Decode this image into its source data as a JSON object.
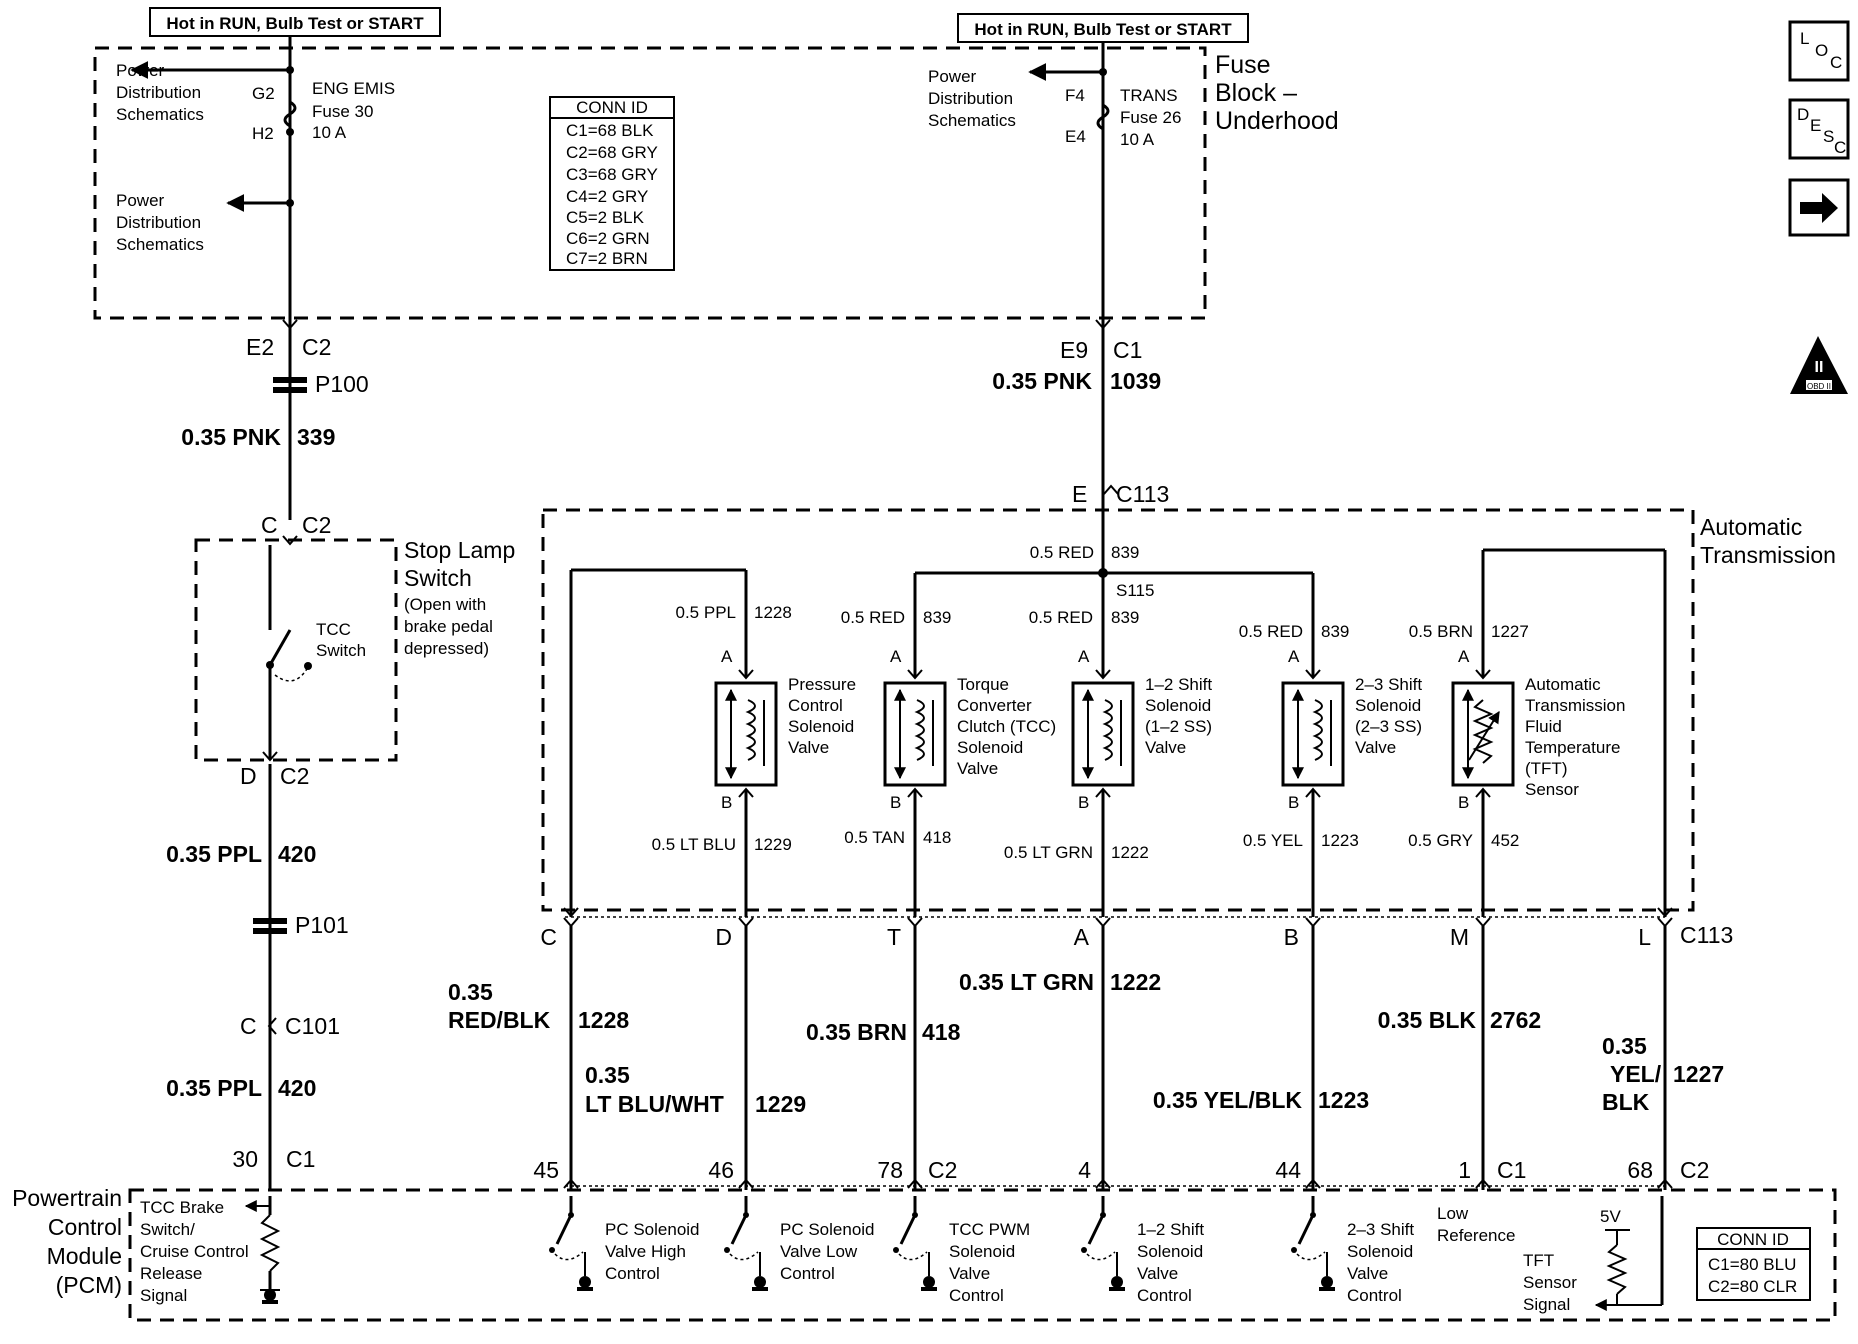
{
  "hot_in_run_left": "Hot in RUN, Bulb Test or START",
  "hot_in_run_right": "Hot in RUN, Bulb Test or START",
  "fuse_block_label": [
    "Fuse",
    "Block –",
    "Underhood"
  ],
  "power_dist_1": [
    "Power",
    "Distribution",
    "Schematics"
  ],
  "power_dist_2": [
    "Power",
    "Distribution",
    "Schematics"
  ],
  "power_dist_3": [
    "Power",
    "Distribution",
    "Schematics"
  ],
  "fuse30": {
    "top_pin": "G2",
    "bottom_pin": "H2",
    "lines": [
      "ENG EMIS",
      "Fuse 30",
      "10 A"
    ]
  },
  "fuse26": {
    "top_pin": "F4",
    "bottom_pin": "E4",
    "lines": [
      "TRANS",
      "Fuse 26",
      "10 A"
    ]
  },
  "conn_id_top": {
    "title": "CONN ID",
    "rows": [
      "C1=68 BLK",
      "C2=68 GRY",
      "C3=68 GRY",
      "C4=2 GRY",
      "C5=2 BLK",
      "C6=2 GRN",
      "C7=2 BRN"
    ]
  },
  "conn_id_bottom": {
    "title": "CONN ID",
    "rows": [
      "C1=80 BLU",
      "C2=80 CLR"
    ]
  },
  "side_buttons": {
    "loc": [
      "L",
      "O",
      "C"
    ],
    "desc": [
      "D",
      "E",
      "S",
      "C"
    ],
    "arrow_icon": "right-arrow-icon",
    "obd": "OBD II",
    "obd_numeral": "II"
  },
  "left_chain": {
    "e2": "E2",
    "c2a": "C2",
    "p100": "P100",
    "wire339": [
      "0.35 PNK",
      "339"
    ],
    "c": "C",
    "c2b": "C2",
    "stop_lamp": [
      "Stop Lamp",
      "Switch"
    ],
    "stop_lamp_note": [
      "(Open with",
      "brake pedal",
      "depressed)"
    ],
    "tcc_switch": [
      "TCC",
      "Switch"
    ],
    "d": "D",
    "c2c": "C2",
    "wire420a": [
      "0.35 PPL",
      "420"
    ],
    "p101": "P101",
    "c2": "C",
    "c101": "C101",
    "wire420b": [
      "0.35 PPL",
      "420"
    ],
    "pin30": "30",
    "c1": "C1"
  },
  "right_feed": {
    "e9": "E9",
    "c1": "C1",
    "wire1039": [
      "0.35 PNK",
      "1039"
    ],
    "e": "E",
    "c113": "C113"
  },
  "auto_trans": [
    "Automatic",
    "Transmission"
  ],
  "splice": {
    "top_wire": [
      "0.5 RED",
      "839"
    ],
    "name": "S115"
  },
  "solenoids": [
    {
      "wire_top": [
        "0.5 PPL",
        "1228"
      ],
      "a": "A",
      "b": "B",
      "name": [
        "Pressure",
        "Control",
        "Solenoid",
        "Valve"
      ],
      "wire_bot": [
        "0.5 LT BLU",
        "1229"
      ]
    },
    {
      "wire_top": [
        "0.5 RED",
        "839"
      ],
      "a": "A",
      "b": "B",
      "name": [
        "Torque",
        "Converter",
        "Clutch (TCC)",
        "Solenoid",
        "Valve"
      ],
      "wire_bot": [
        "0.5 TAN",
        "418"
      ]
    },
    {
      "wire_top": [
        "0.5 RED",
        "839"
      ],
      "a": "A",
      "b": "B",
      "name": [
        "1–2 Shift",
        "Solenoid",
        "(1–2 SS)",
        "Valve"
      ],
      "wire_bot": [
        "0.5 LT GRN",
        "1222"
      ]
    },
    {
      "wire_top": [
        "0.5 RED",
        "839"
      ],
      "a": "A",
      "b": "B",
      "name": [
        "2–3 Shift",
        "Solenoid",
        "(2–3 SS)",
        "Valve"
      ],
      "wire_bot": [
        "0.5 YEL",
        "1223"
      ]
    },
    {
      "wire_top": [
        "0.5 BRN",
        "1227"
      ],
      "a": "A",
      "b": "B",
      "name": [
        "Automatic",
        "Transmission",
        "Fluid",
        "Temperature",
        "(TFT)",
        "Sensor"
      ],
      "wire_bot": [
        "0.5 GRY",
        "452"
      ]
    }
  ],
  "c113_pins": [
    "C",
    "D",
    "T",
    "A",
    "B",
    "M",
    "L"
  ],
  "c113_label": "C113",
  "lower_wires": {
    "w1228": [
      "0.35",
      "RED/BLK",
      "1228"
    ],
    "w1229": [
      "0.35",
      "LT BLU/WHT",
      "1229"
    ],
    "w418": [
      "0.35 BRN",
      "418"
    ],
    "w1222": [
      "0.35 LT GRN",
      "1222"
    ],
    "w1223": [
      "0.35 YEL/BLK",
      "1223"
    ],
    "w2762": [
      "0.35 BLK",
      "2762"
    ],
    "w1227": [
      "0.35",
      "YEL/",
      "BLK",
      "1227"
    ]
  },
  "pcm_pins": [
    "45",
    "46",
    "78",
    "4",
    "44",
    "1",
    "68"
  ],
  "pcm_conn": {
    "c2a": "C2",
    "c1": "C1",
    "c2b": "C2"
  },
  "pcm_label": [
    "Powertrain",
    "Control",
    "Module",
    "(PCM)"
  ],
  "pcm_items": {
    "tcc_brake": [
      "TCC Brake",
      "Switch/",
      "Cruise Control",
      "Release",
      "Signal"
    ],
    "pc_high": [
      "PC Solenoid",
      "Valve High",
      "Control"
    ],
    "pc_low": [
      "PC Solenoid",
      "Valve Low",
      "Control"
    ],
    "tcc_pwm": [
      "TCC PWM",
      "Solenoid",
      "Valve",
      "Control"
    ],
    "ss12": [
      "1–2 Shift",
      "Solenoid",
      "Valve",
      "Control"
    ],
    "ss23": [
      "2–3 Shift",
      "Solenoid",
      "Valve",
      "Control"
    ],
    "low_ref": [
      "Low",
      "Reference"
    ],
    "five_v": "5V",
    "tft_signal": [
      "TFT",
      "Sensor",
      "Signal"
    ]
  }
}
